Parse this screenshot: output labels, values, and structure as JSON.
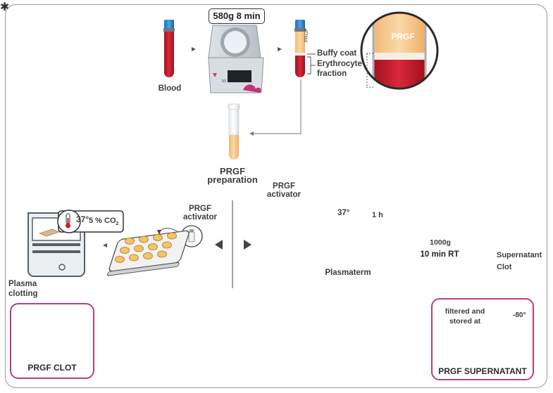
{
  "colors": {
    "accent_border": "#b5407f",
    "blood_red": "#c81e2e",
    "plasma": "#f6c78c",
    "grey_device": "#555f6a"
  },
  "top_row": {
    "blood_label": "Blood",
    "centrifuge_setting": "580g 8 min",
    "centrifuge_brand": "bti",
    "tube_label": "PRGF",
    "buffy_coat_label": "Buffy coat",
    "erythrocyte_label_1": "Erythrocyte",
    "erythrocyte_label_2": "fraction",
    "zoom_label": "PRGF"
  },
  "preparation": {
    "label_1": "PRGF",
    "label_2": "preparation"
  },
  "left_branch": {
    "activator_label_1": "PRGF",
    "activator_label_2": "activator",
    "incubator_temp": "37°",
    "incubator_co2": "5 % CO",
    "incubator_co2_sub": "2",
    "step_label_1": "Plasma",
    "step_label_2": "clotting",
    "result_label": "PRGF CLOT"
  },
  "right_branch": {
    "activator_label_1": "PRGF",
    "activator_label_2": "activator",
    "plasmaterm_temp": "37°",
    "plasmaterm_time": "1 h",
    "plasmaterm_label": "Plasmaterm",
    "centrifuge_force": "1000g",
    "centrifuge_setting": "10 min RT",
    "supernatant_label": "Supernatant",
    "clot_label": "Clot",
    "storage_label_1": "filtered and",
    "storage_label_2": "stored at",
    "storage_temp": "-80°",
    "result_label": "PRGF SUPERNATANT"
  },
  "icons": [
    "thermometer-icon",
    "clock-icon",
    "rotate-arrow-icon",
    "snowflake-icon",
    "arrow-right-icon",
    "arrow-left-icon",
    "arrow-down-icon"
  ]
}
